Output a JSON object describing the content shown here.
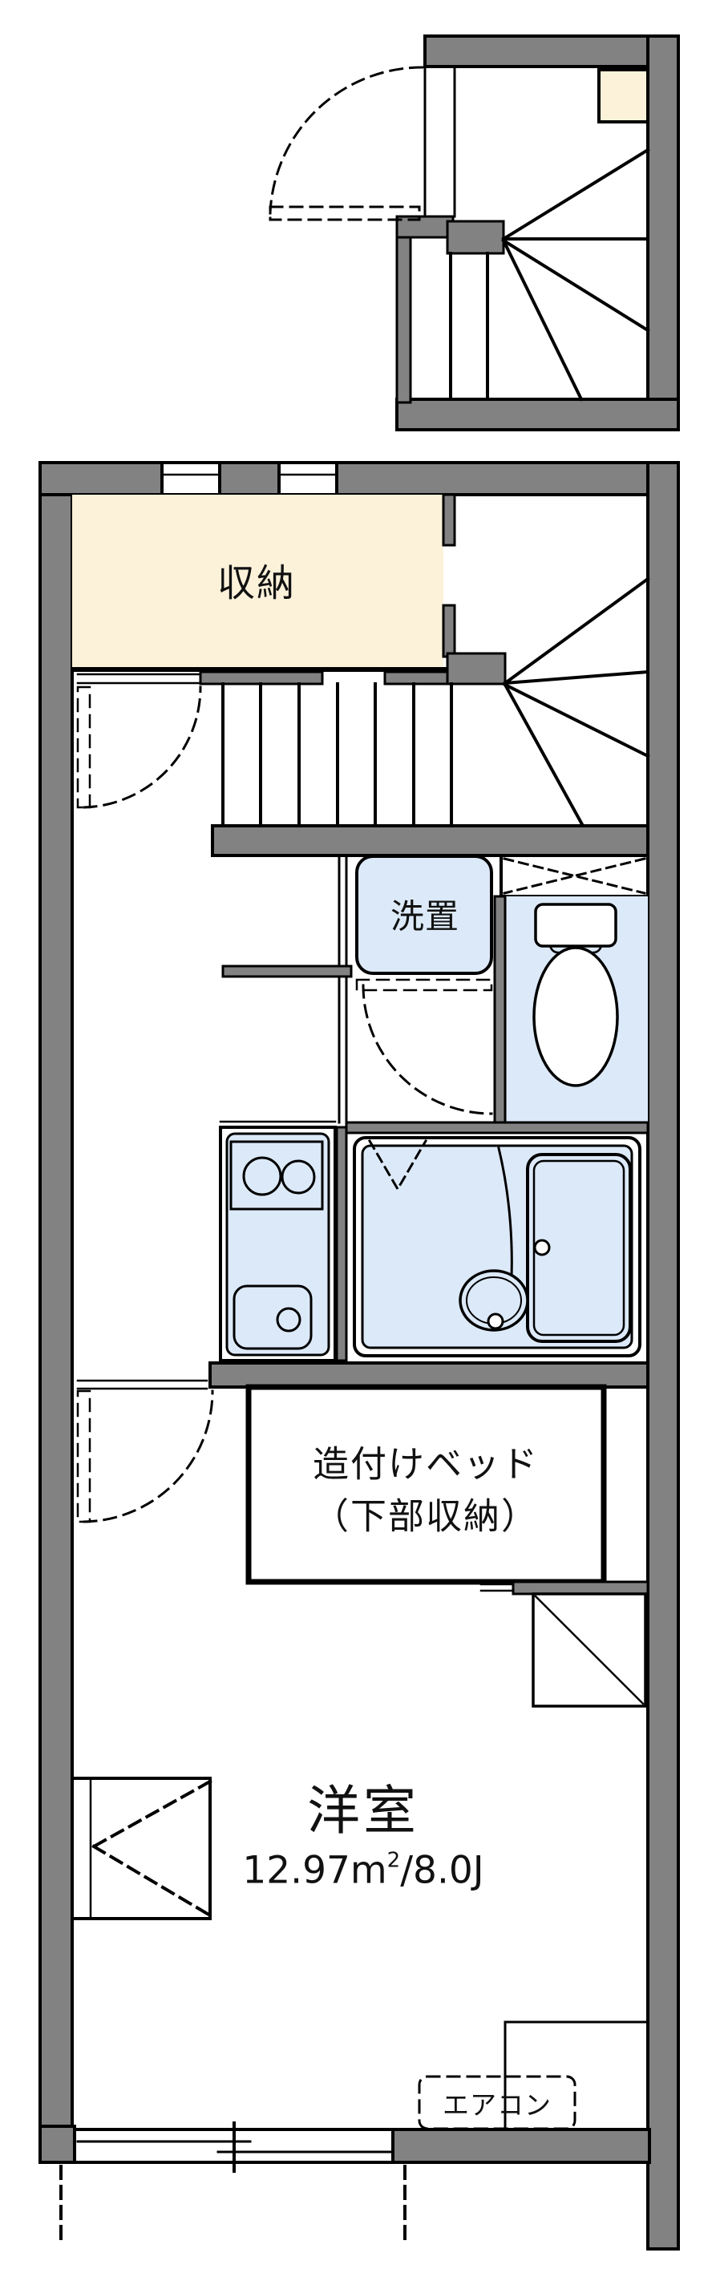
{
  "plan": {
    "title": "apartment-floor-plan",
    "colors": {
      "wall": "#828282",
      "storage": "#fcf2da",
      "fixture": "#dce9f8",
      "line": "#000000"
    },
    "rooms": {
      "storage_label": "収納",
      "washer_label": "洗置",
      "bed_label_line1": "造付けベッド",
      "bed_label_line2": "（下部収納）",
      "main_room_label": "洋室",
      "main_room_area_value": "12.97m",
      "main_room_area_sup": "2",
      "main_room_area_rest": "/8.0J",
      "aircon_label": "エアコン"
    },
    "features": [
      "2F-stairwell-with-winder-stairs",
      "1F-winder-staircase",
      "storage-closet",
      "washing-machine-space",
      "toilet",
      "kitchen-two-burner-stove-and-sink",
      "unit-bath-with-tub",
      "built-in-bed-with-under-storage",
      "western-room-12.97sqm-8.0J",
      "air-conditioner-position",
      "sliding-window-south",
      "closet-with-folding-door",
      "refrigerator-space"
    ]
  }
}
